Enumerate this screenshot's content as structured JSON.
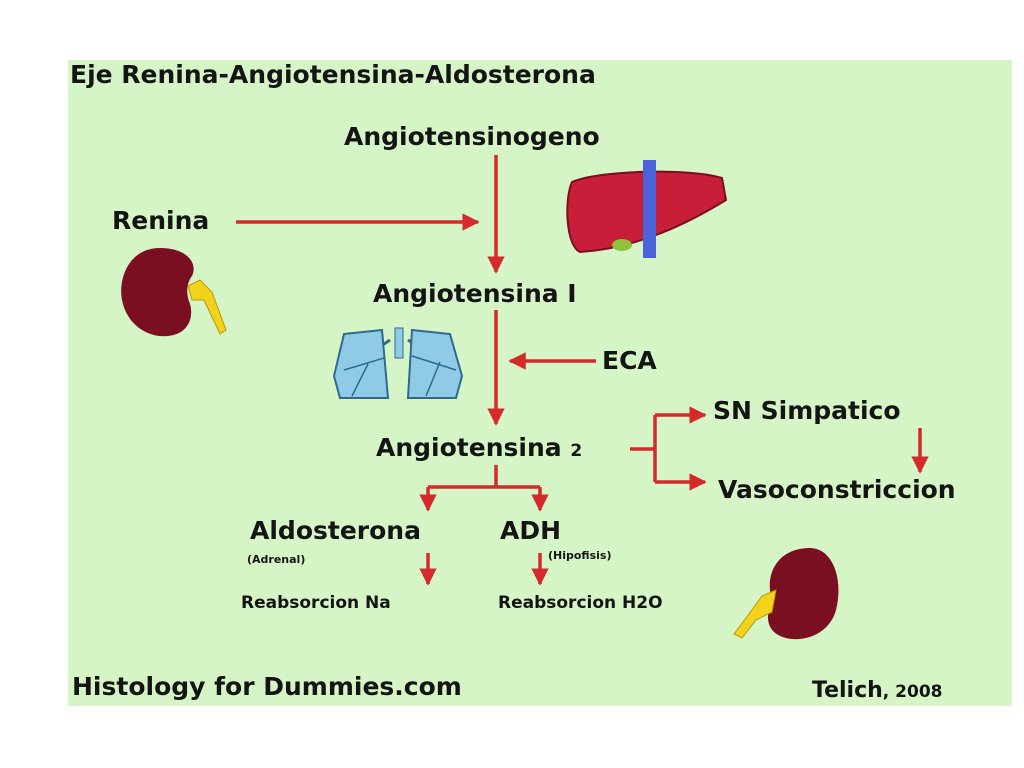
{
  "title": "Eje Renina-Angiotensina-Aldosterona",
  "nodes": {
    "angiotensinogeno": "Angiotensinogeno",
    "renina": "Renina",
    "angiotensina1": "Angiotensina I",
    "eca": "ECA",
    "angiotensina2": "Angiotensina",
    "angiotensina2_sub": "2",
    "sn_simpatico": "SN Simpatico",
    "vasoconstriccion": "Vasoconstriccion",
    "aldosterona": "Aldosterona",
    "adrenal": "(Adrenal)",
    "adh": "ADH",
    "hipofisis": "(Hipofisis)",
    "reabsorcion_na": "Reabsorcion Na",
    "reabsorcion_h2o": "Reabsorcion H2O"
  },
  "footer": {
    "source": "Histology for Dummies.com",
    "author": "Telich",
    "year": ", 2008"
  },
  "colors": {
    "background": "#d6f5c6",
    "arrow": "#d42a2a",
    "kidney": "#7a0f22",
    "liver": "#c81e3a",
    "lungs": "#8fcbe6",
    "vessel": "#4a63d8",
    "ureter": "#f2d21a"
  },
  "icons": [
    "kidney-icon",
    "liver-icon",
    "lungs-icon"
  ]
}
